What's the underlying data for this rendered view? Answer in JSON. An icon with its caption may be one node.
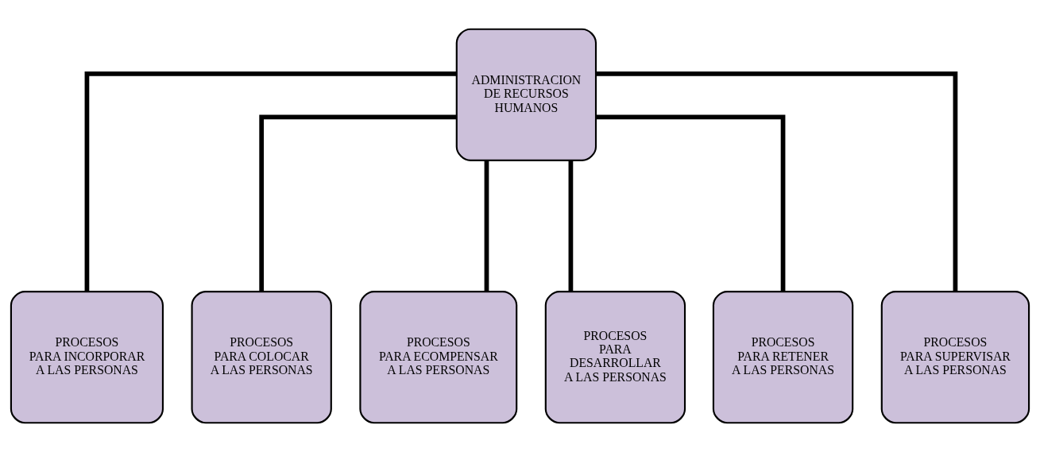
{
  "diagram": {
    "nodes": [
      {
        "text": [
          "ADMINISTRACION DE RECURSOS HUMANOS"
        ]
      },
      {
        "text": [
          "PROCESOS PARA INCORPORAR A LAS PERSONAS"
        ]
      },
      {
        "text": [
          "PROCESOS PARA COLOCAR A LAS PERSONAS"
        ]
      },
      {
        "text": [
          "PROCESOS PARA ECOMPENSAR A LAS PERSONAS"
        ]
      },
      {
        "text": [
          "PROCESOS PARA DESARROLLAR A LAS PERSONAS"
        ]
      },
      {
        "text": [
          "PROCESOS PARA RETENER A LAS PERSONAS"
        ]
      },
      {
        "text": [
          "PROCESOS PARA SUPERVISAR A LAS PERSONAS"
        ]
      }
    ],
    "edges": [
      {
        "from": 0,
        "to": 1,
        "arrow": "none"
      },
      {
        "from": 0,
        "to": 2,
        "arrow": "none"
      },
      {
        "from": 0,
        "to": 3,
        "arrow": "none"
      },
      {
        "from": 0,
        "to": 4,
        "arrow": "none"
      },
      {
        "from": 0,
        "to": 5,
        "arrow": "none"
      },
      {
        "from": 0,
        "to": 6,
        "arrow": "none"
      }
    ]
  }
}
